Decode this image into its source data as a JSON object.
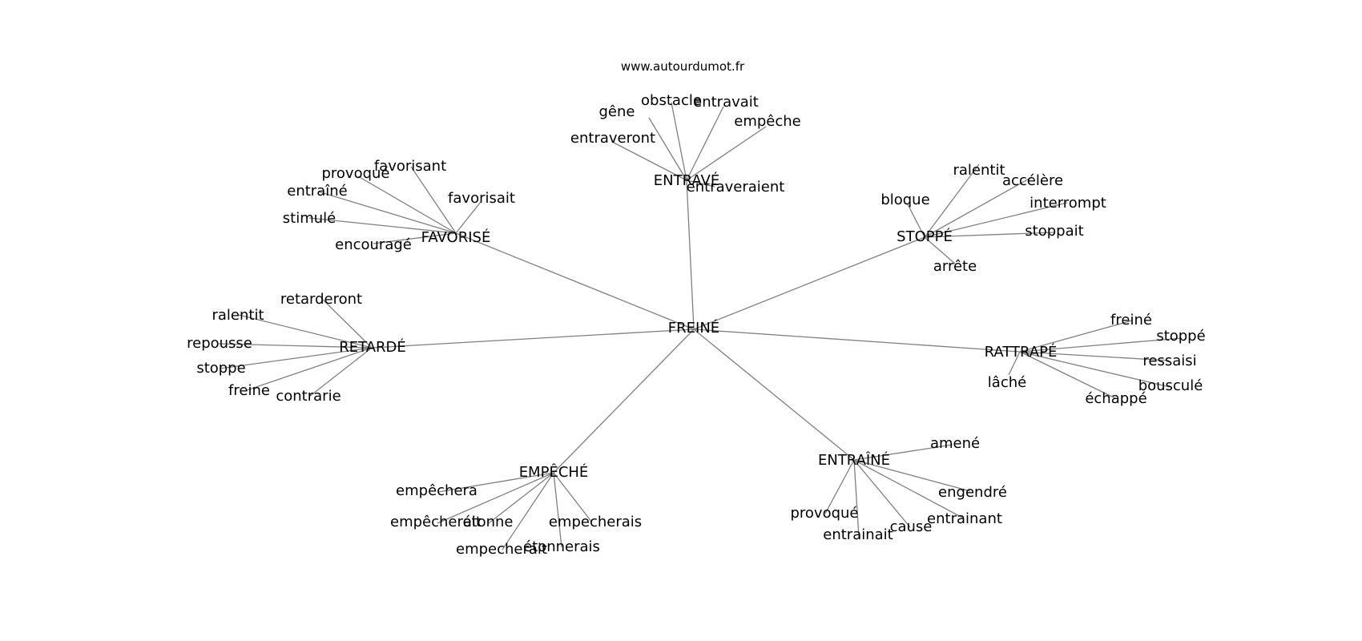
{
  "source": "www.autourdumot.fr",
  "graph": {
    "center": "FREINÉ",
    "clusters": [
      {
        "hub": "ENTRAVÉ",
        "words": [
          "gêne",
          "obstacle",
          "entravait",
          "empêche",
          "entraveront",
          "entraveraient"
        ]
      },
      {
        "hub": "FAVORISÉ",
        "words": [
          "provoqué",
          "favorisant",
          "favorisait",
          "entraîné",
          "stimulé",
          "encouragé"
        ]
      },
      {
        "hub": "STOPPÉ",
        "words": [
          "ralentit",
          "accélère",
          "bloque",
          "interrompt",
          "stoppait",
          "arrête"
        ]
      },
      {
        "hub": "RETARDÉ",
        "words": [
          "retarderont",
          "ralentit",
          "repousse",
          "stoppe",
          "freine",
          "contrarie"
        ]
      },
      {
        "hub": "RATTRAPÉ",
        "words": [
          "freiné",
          "stoppé",
          "ressaisi",
          "lâché",
          "bousculé",
          "échappé"
        ]
      },
      {
        "hub": "EMPÊCHÉ",
        "words": [
          "empêchera",
          "empêcherait",
          "étonne",
          "empecherais",
          "empecherait",
          "étonnerais"
        ]
      },
      {
        "hub": "ENTRAÎNÉ",
        "words": [
          "amené",
          "engendré",
          "provoqué",
          "entrainant",
          "cause",
          "entrainait"
        ]
      }
    ]
  }
}
